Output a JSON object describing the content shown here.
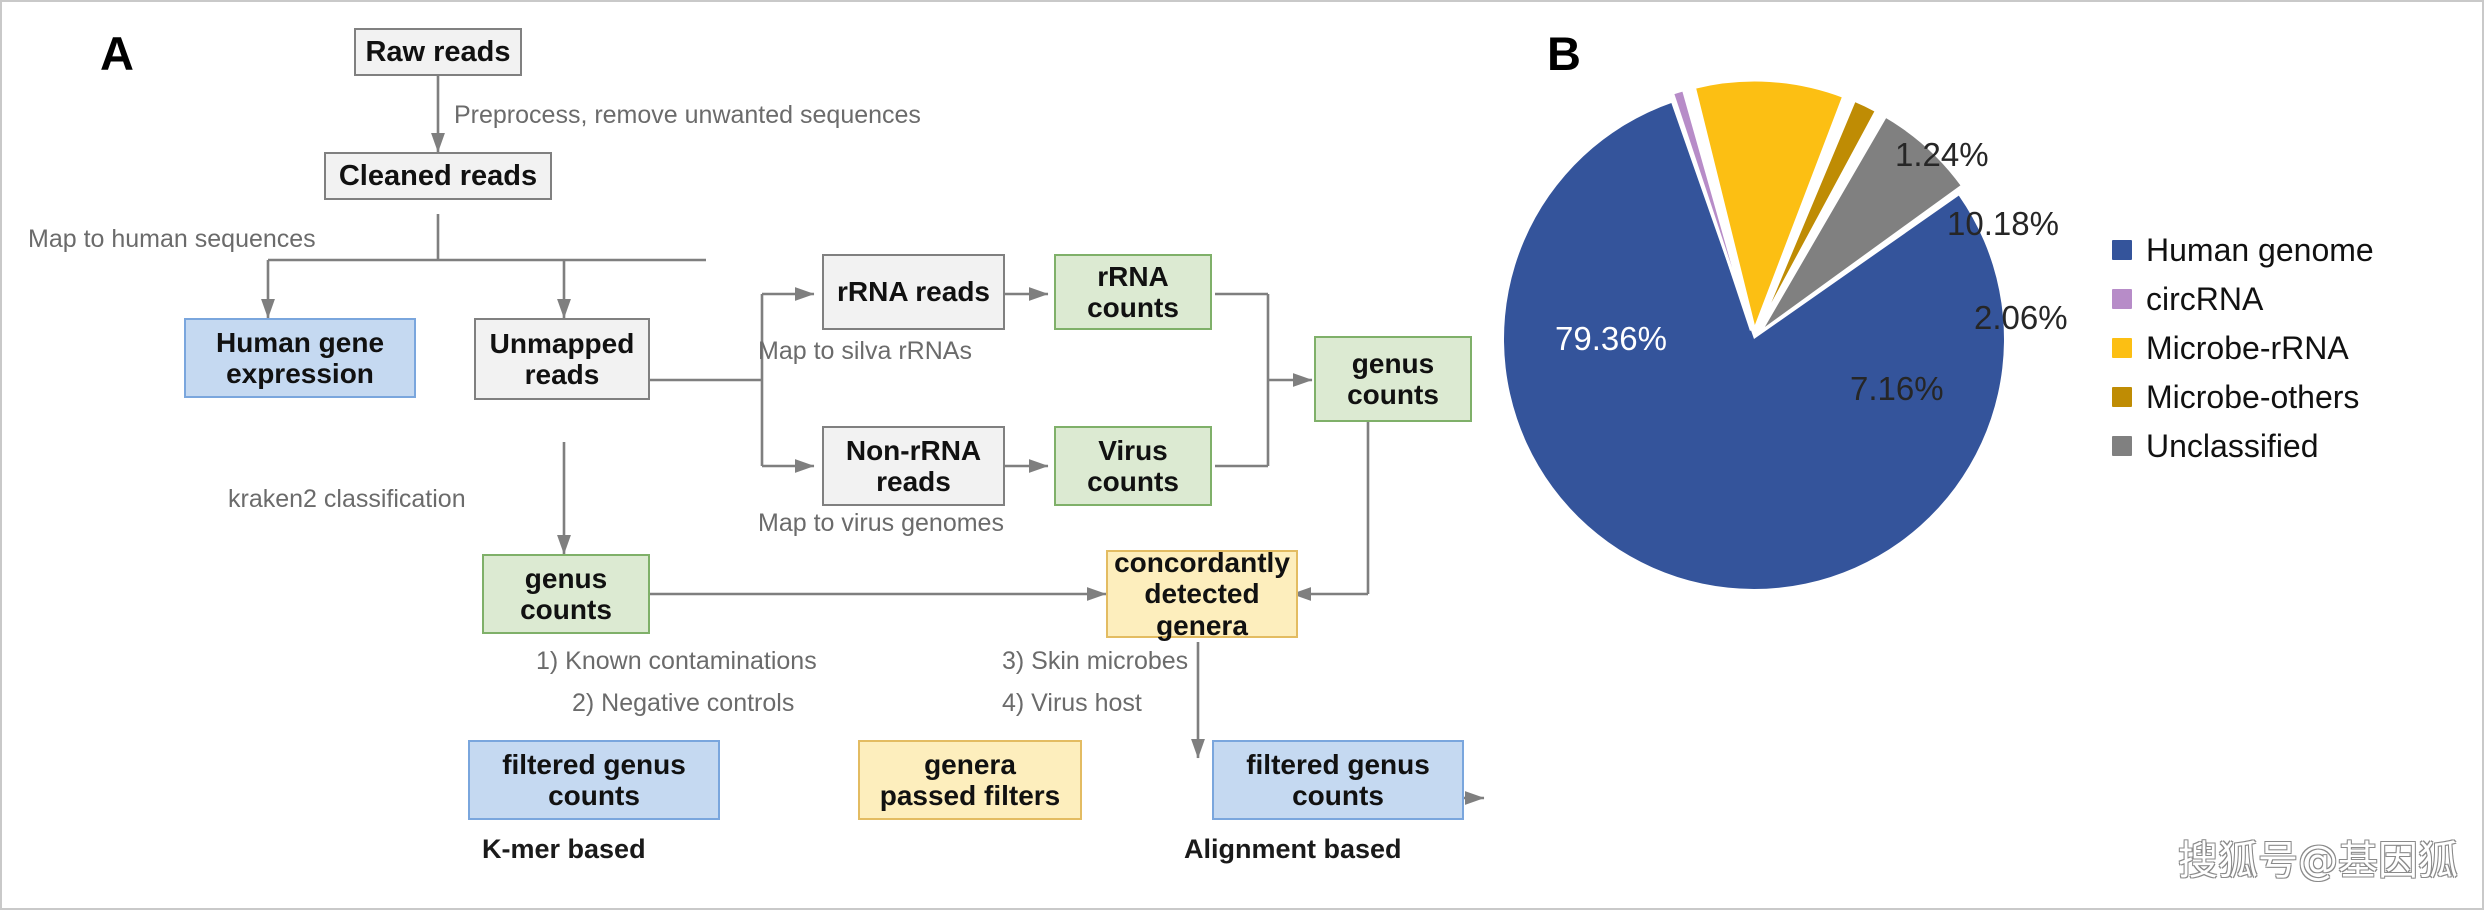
{
  "panels": {
    "a_letter": "A",
    "b_letter": "B"
  },
  "flow": {
    "nodes": [
      {
        "id": "raw-reads",
        "label": "Raw reads",
        "style": "grey"
      },
      {
        "id": "cleaned-reads",
        "label": "Cleaned reads",
        "style": "grey"
      },
      {
        "id": "human-gene-expression",
        "label": "Human gene\nexpression",
        "style": "blue"
      },
      {
        "id": "unmapped-reads",
        "label": "Unmapped\nreads",
        "style": "grey"
      },
      {
        "id": "rrna-reads",
        "label": "rRNA reads",
        "style": "grey"
      },
      {
        "id": "rrna-counts",
        "label": "rRNA\ncounts",
        "style": "green"
      },
      {
        "id": "non-rrna-reads",
        "label": "Non-rRNA\nreads",
        "style": "grey"
      },
      {
        "id": "virus-counts",
        "label": "Virus\ncounts",
        "style": "green"
      },
      {
        "id": "genus-counts-alignment",
        "label": "genus\ncounts",
        "style": "green"
      },
      {
        "id": "genus-counts-kmer",
        "label": "genus\ncounts",
        "style": "green"
      },
      {
        "id": "concordantly-detected-genera",
        "label": "concordantly\ndetected genera",
        "style": "yellow"
      },
      {
        "id": "filtered-genus-counts-left",
        "label": "filtered genus\ncounts",
        "style": "blue"
      },
      {
        "id": "genera-passed-filters",
        "label": "genera\npassed filters",
        "style": "yellow"
      },
      {
        "id": "filtered-genus-counts-right",
        "label": "filtered genus\ncounts",
        "style": "blue"
      }
    ],
    "annotations": [
      {
        "id": "preprocess",
        "text": "Preprocess, remove unwanted sequences"
      },
      {
        "id": "map-human",
        "text": "Map to human sequences"
      },
      {
        "id": "map-silva",
        "text": "Map to silva rRNAs"
      },
      {
        "id": "map-virus",
        "text": "Map to virus genomes"
      },
      {
        "id": "kraken2",
        "text": "kraken2 classification"
      },
      {
        "id": "filter-1",
        "text": "1) Known contaminations"
      },
      {
        "id": "filter-2",
        "text": "2) Negative controls"
      },
      {
        "id": "filter-3",
        "text": "3) Skin microbes"
      },
      {
        "id": "filter-4",
        "text": "4) Virus host"
      }
    ],
    "captions": [
      {
        "id": "kmer-based",
        "text": "K-mer based"
      },
      {
        "id": "alignment-based",
        "text": "Alignment based"
      }
    ]
  },
  "chart_data": {
    "type": "pie",
    "title": "",
    "labels": [
      "Human genome",
      "circRNA",
      "Microbe-rRNA",
      "Microbe-others",
      "Unclassified"
    ],
    "values": [
      79.36,
      1.24,
      10.18,
      2.06,
      7.16
    ],
    "value_labels": [
      "79.36%",
      "1.24%",
      "10.18%",
      "2.06%",
      "7.16%"
    ],
    "colors": [
      "#34549b",
      "#b78cc8",
      "#fcbf13",
      "#bf8c04",
      "#808080"
    ],
    "legend_position": "right",
    "units": "percent",
    "start_angle_deg": -35,
    "exploded": [
      false,
      true,
      true,
      true,
      true
    ]
  },
  "watermark": {
    "text": "搜狐号@基因狐"
  }
}
